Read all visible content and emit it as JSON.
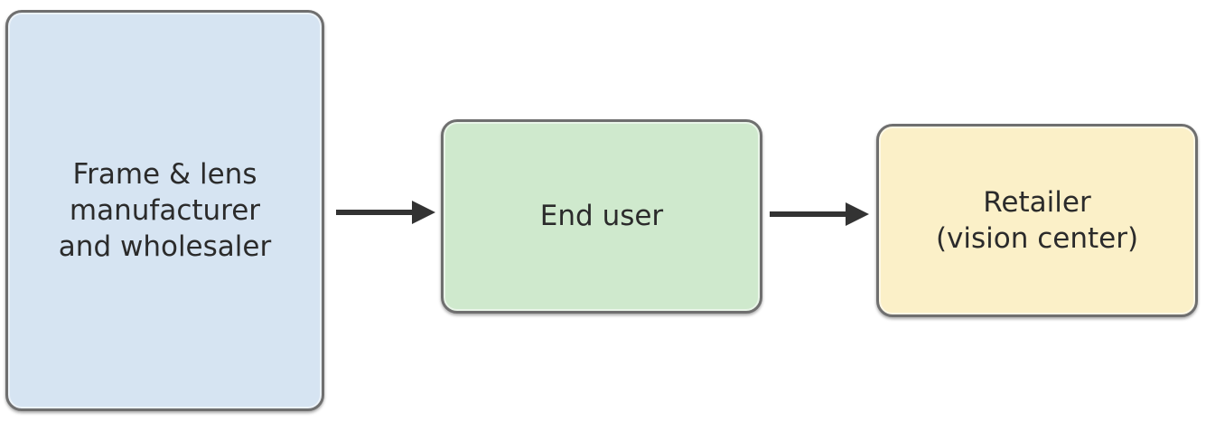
{
  "colors": {
    "manufacturer_fill": "#d6e4f2",
    "end_user_fill": "#cfe9cd",
    "retailer_fill": "#fbf0c8",
    "arrow": "#333333",
    "border": "#6f6f6f"
  },
  "nodes": {
    "manufacturer": {
      "lines": [
        "Frame & lens",
        "manufacturer",
        "and wholesaler"
      ]
    },
    "end_user": {
      "lines": [
        "End user"
      ]
    },
    "retailer": {
      "lines": [
        "Retailer",
        "(vision center)"
      ]
    }
  },
  "edges": [
    {
      "from": "manufacturer",
      "to": "end_user"
    },
    {
      "from": "end_user",
      "to": "retailer"
    }
  ]
}
